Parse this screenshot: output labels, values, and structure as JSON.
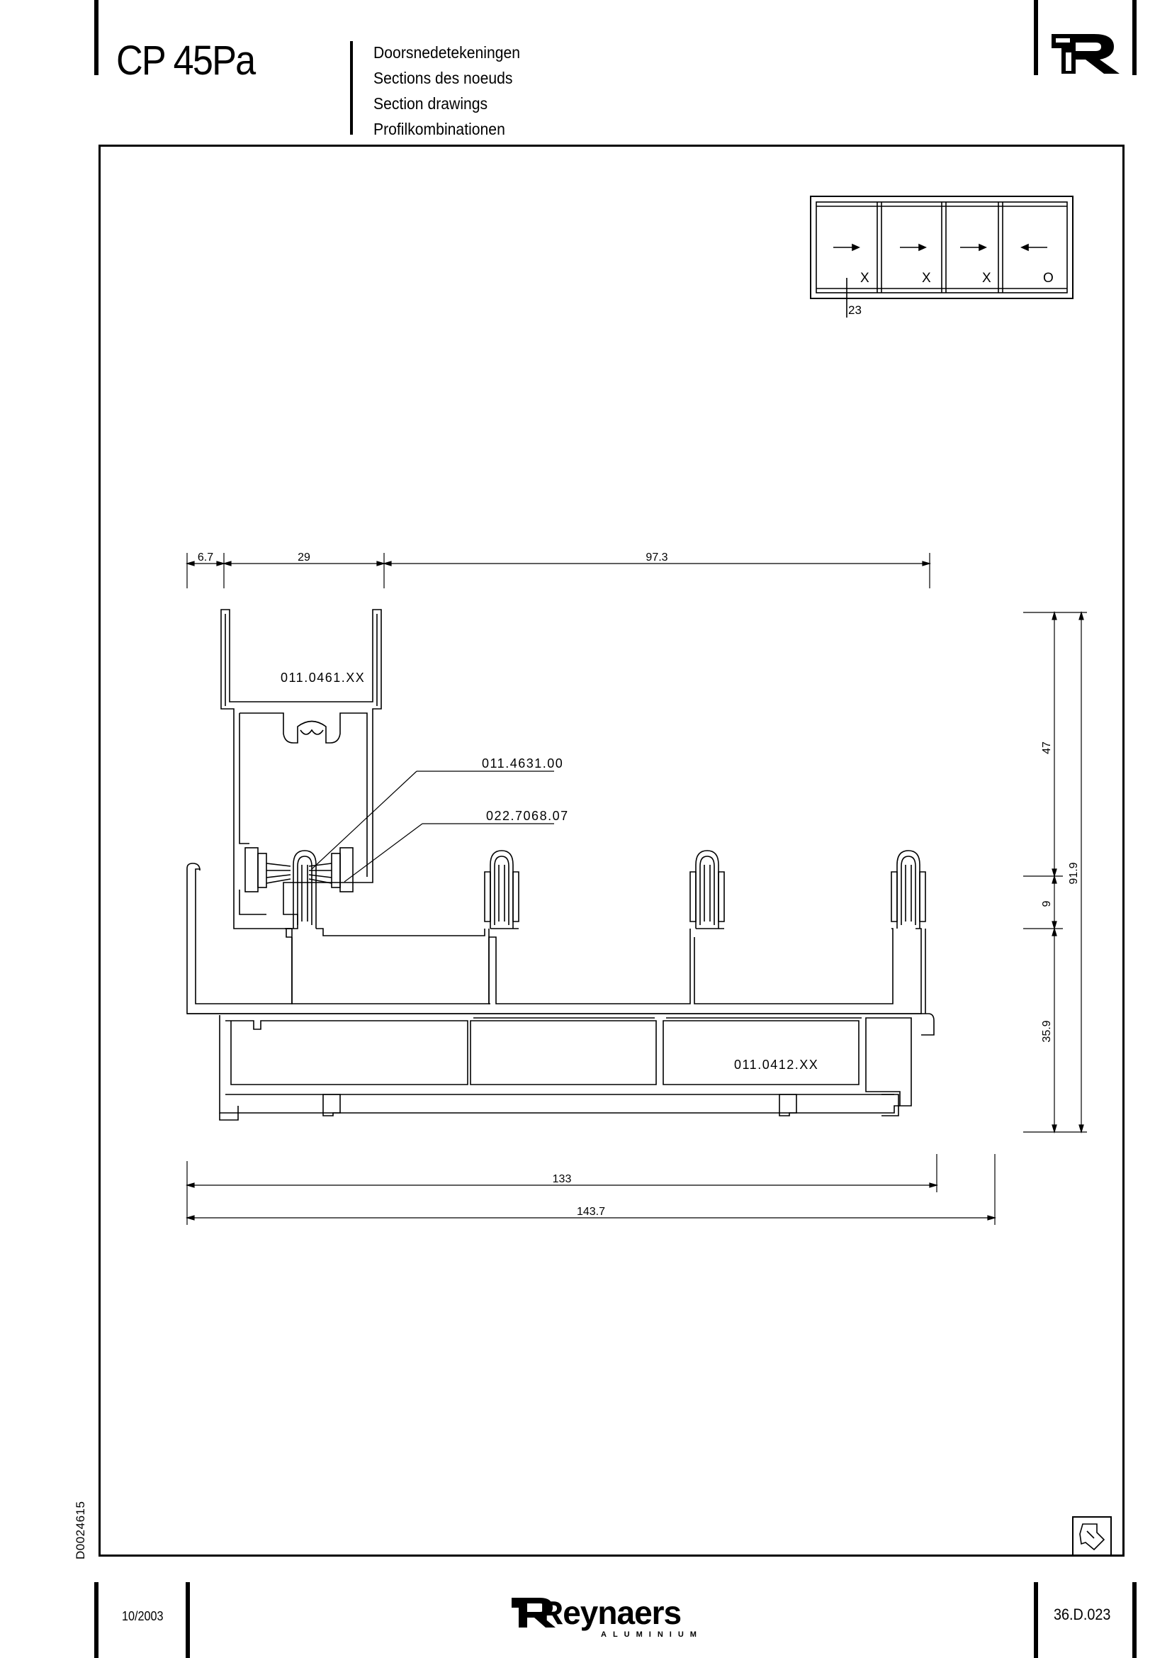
{
  "header": {
    "product_code": "CP 45Pa",
    "titles": [
      "Doorsnedetekeningen",
      "Sections des noeuds",
      "Section drawings",
      "Profilkombinationen"
    ]
  },
  "scheme": {
    "panel_marks": [
      "X",
      "X",
      "X",
      "O"
    ],
    "dimension_label": "23"
  },
  "drawing": {
    "dimensions_top": [
      "6.7",
      "29",
      "97.3"
    ],
    "dimensions_right": [
      "47",
      "9",
      "35.9",
      "91.9"
    ],
    "dimensions_bottom": [
      "133",
      "143.7"
    ],
    "part_labels": [
      "011.0461.XX",
      "011.4631.00",
      "022.7068.07",
      "011.0412.XX"
    ]
  },
  "footer": {
    "date": "10/2003",
    "brand": "Reynaers",
    "brand_sub": "ALUMINIUM",
    "page_code": "36.D.023",
    "doc_number": "D0024615"
  },
  "colors": {
    "line": "#000000",
    "background": "#ffffff"
  },
  "icons": [
    "reynaers-r-logo-icon",
    "arrow-right-icon",
    "arrow-left-icon",
    "pointer-hand-icon"
  ]
}
